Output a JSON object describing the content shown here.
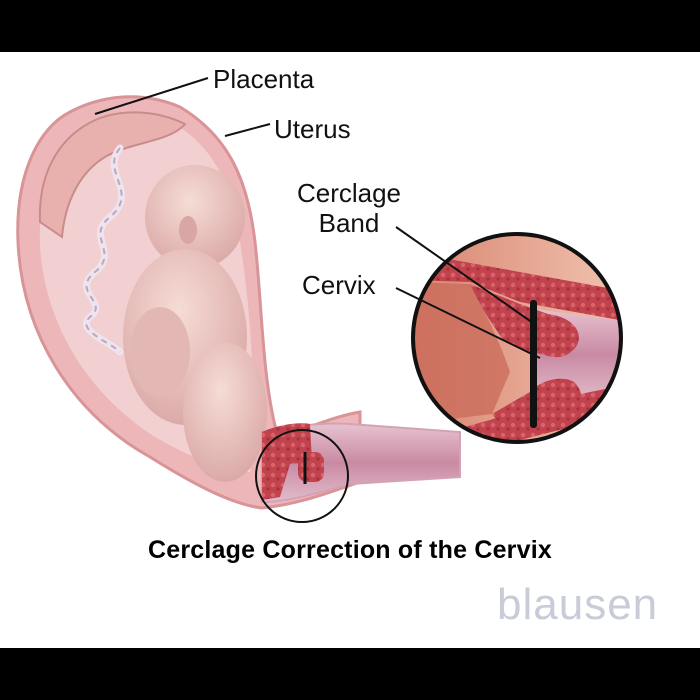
{
  "labels": {
    "placenta": "Placenta",
    "uterus": "Uterus",
    "cerclage_band_line1": "Cerclage",
    "cerclage_band_line2": "Band",
    "cervix": "Cervix"
  },
  "title": "Cerclage Correction of the Cervix",
  "watermark": "blausen",
  "colors": {
    "background": "#ffffff",
    "frame": "#000000",
    "uterus_tissue": "#e7a3a6",
    "muscle": "#c2454f",
    "canal": "#c98aa0",
    "band": "#111111"
  }
}
